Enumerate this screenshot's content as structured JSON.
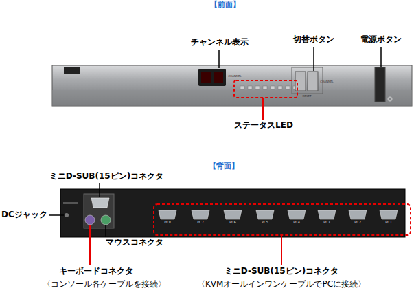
{
  "diagram": {
    "labels": [
      "【前面】",
      "チャンネル表示",
      "切替ボタン",
      "電源ボタン",
      "ステータスLED",
      "【背面】",
      "ミニD-SUB(15ピン)コネクタ",
      "DCジャック",
      "マウスコネクタ",
      "キーボードコネクタ",
      "〈コンソール各ケーブルを接続〉",
      "ミニD-SUB(15ピン)コネクタ",
      "〈KVMオールインワンケーブルでPCに接続〉",
      "PC8",
      "PC7",
      "PC6",
      "PC5",
      "PC4",
      "PC3",
      "PC2",
      "PC1",
      "CHANNEL",
      "CHANNEL",
      "RESET"
    ]
  }
}
